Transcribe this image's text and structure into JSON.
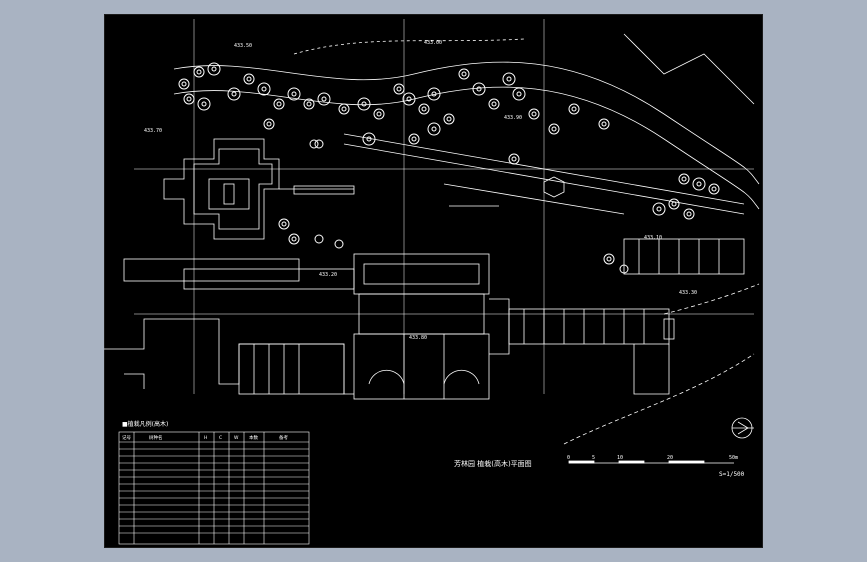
{
  "drawing": {
    "title": "芳林园  植栽(高木)平面图",
    "scale": "S=1/500",
    "scale_bar": {
      "ticks": [
        "0",
        "5",
        "10",
        "20",
        "50m"
      ]
    },
    "legend_title": "■植栽凡例(高木)",
    "elevations": [
      "433.00",
      "433.50",
      "433.70",
      "433.90",
      "433.10",
      "433.30",
      "433.80",
      "433.20"
    ],
    "colors": {
      "background": "#000000",
      "frame": "#a9b3c2",
      "lines": "#ffffff"
    }
  },
  "legend_table": {
    "headers": [
      "记号",
      "树种名",
      "H",
      "C",
      "W",
      "本数",
      "备考"
    ],
    "row_count": 16
  }
}
